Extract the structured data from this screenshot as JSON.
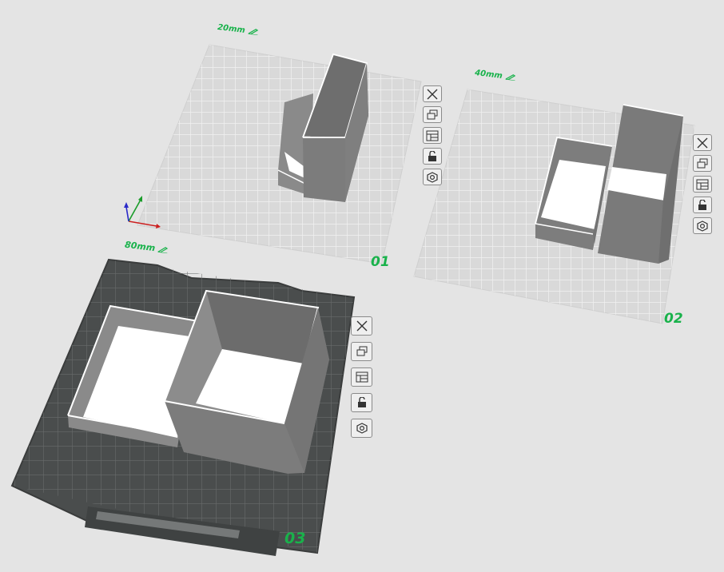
{
  "colors": {
    "background": "#e4e4e4",
    "plate_grey": "#d8d8d8",
    "plate_dark": "#4a4d4d",
    "model_grey": "#7f7f7f",
    "label_green": "#19b24b"
  },
  "plates": [
    {
      "number": "01",
      "size_label": "20mm",
      "theme": "light",
      "toolbar": [
        "close-icon",
        "arrange-icon",
        "layers-icon",
        "lock-icon",
        "settings-icon"
      ]
    },
    {
      "number": "02",
      "size_label": "40mm",
      "theme": "light",
      "toolbar": [
        "close-icon",
        "arrange-icon",
        "layers-icon",
        "lock-icon",
        "settings-icon"
      ]
    },
    {
      "number": "03",
      "size_label": "80mm",
      "theme": "dark",
      "toolbar": [
        "close-icon",
        "arrange-icon",
        "layers-icon",
        "lock-icon",
        "settings-icon"
      ]
    }
  ],
  "axes": {
    "x": "x-axis",
    "y": "y-axis",
    "z": "z-axis"
  }
}
